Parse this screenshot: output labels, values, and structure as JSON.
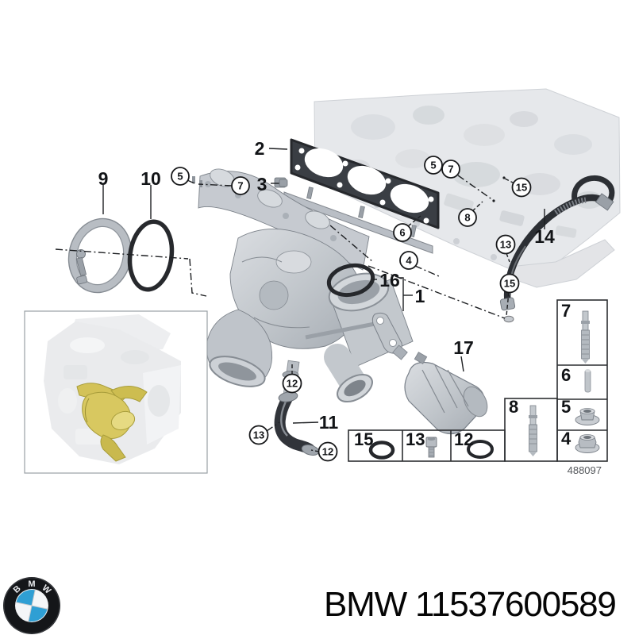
{
  "footer": {
    "text": "BMW 11537600589"
  },
  "logo": {
    "b": "B",
    "m": "M",
    "w": "W"
  },
  "diagram_code": "488097",
  "callouts": {
    "p1": "1",
    "p2": "2",
    "p3": "3",
    "p9": "9",
    "p10": "10",
    "p11": "11",
    "p14": "14",
    "p16": "16",
    "p17": "17",
    "c5a": "5",
    "c7a": "7",
    "c5b": "5",
    "c7b": "7",
    "c15a": "15",
    "c8": "8",
    "c6": "6",
    "c4": "4",
    "c13a": "13",
    "c15b": "15",
    "c12a": "12",
    "c13b": "13",
    "c12b": "12"
  },
  "legend": {
    "l7": "7",
    "l6": "6",
    "l5": "5",
    "l4": "4",
    "l8": "8",
    "l15": "15",
    "l13": "13",
    "l12": "12"
  },
  "colors": {
    "highlight_yellow": "#d8c860",
    "bmw_blue": "#2f9fd4",
    "line_black": "#1d1f22",
    "metal_gray": "#c6cad0"
  }
}
